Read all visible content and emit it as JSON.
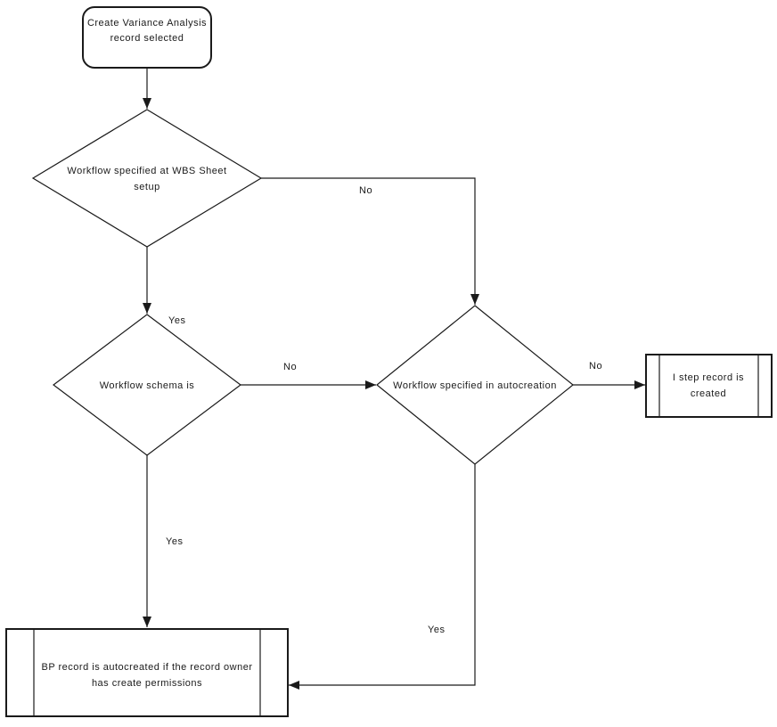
{
  "diagram": {
    "title": "Variance Analysis record creation workflow flowchart",
    "background_color": "#ffffff",
    "line_color": "#1a1a1a",
    "text_color": "#1a1a1a",
    "nodes": {
      "start": {
        "type": "rounded-rectangle",
        "line1": "Create Variance Analysis",
        "line2": "record selected"
      },
      "wbs_decision": {
        "type": "decision-diamond",
        "line1": "Workflow specified at WBS Sheet",
        "line2": "setup"
      },
      "schema_decision": {
        "type": "decision-diamond",
        "line1": "Workflow schema is"
      },
      "autocreation_decision": {
        "type": "decision-diamond",
        "line1": "Workflow specified in autocreation"
      },
      "istep_process": {
        "type": "predefined-process",
        "line1": "I step record is",
        "line2": "created"
      },
      "bp_process": {
        "type": "predefined-process",
        "line1": "BP record is autocreated if the record owner",
        "line2": "has create permissions"
      }
    },
    "edges": {
      "start_to_wbs": {
        "label": ""
      },
      "wbs_no_to_autocreation": {
        "label": "No"
      },
      "wbs_yes_to_schema": {
        "label": "Yes"
      },
      "schema_no_to_autocreation": {
        "label": "No"
      },
      "schema_yes_to_bp": {
        "label": "Yes"
      },
      "autocreation_no_to_istep": {
        "label": "No"
      },
      "autocreation_yes_to_bp": {
        "label": "Yes"
      }
    }
  }
}
